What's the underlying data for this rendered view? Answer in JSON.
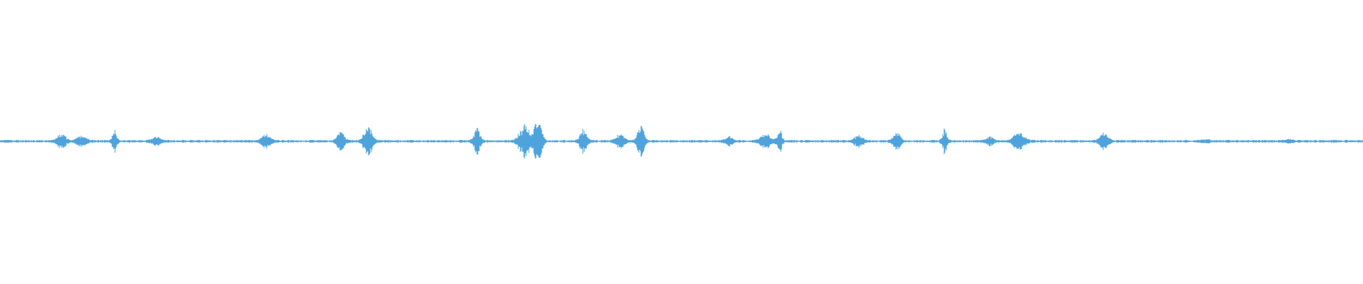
{
  "waveform": {
    "color": "#4ea3dc",
    "background": "#ffffff",
    "baseline_amplitude": 0.01,
    "bursts": [
      {
        "at": 0.045,
        "amp": 0.05,
        "spread": 0.004
      },
      {
        "at": 0.06,
        "amp": 0.04,
        "spread": 0.004
      },
      {
        "at": 0.084,
        "amp": 0.08,
        "spread": 0.002
      },
      {
        "at": 0.115,
        "amp": 0.03,
        "spread": 0.004
      },
      {
        "at": 0.195,
        "amp": 0.05,
        "spread": 0.004
      },
      {
        "at": 0.25,
        "amp": 0.08,
        "spread": 0.003
      },
      {
        "at": 0.27,
        "amp": 0.1,
        "spread": 0.004
      },
      {
        "at": 0.35,
        "amp": 0.09,
        "spread": 0.003
      },
      {
        "at": 0.385,
        "amp": 0.12,
        "spread": 0.005
      },
      {
        "at": 0.395,
        "amp": 0.22,
        "spread": 0.003
      },
      {
        "at": 0.428,
        "amp": 0.09,
        "spread": 0.003
      },
      {
        "at": 0.455,
        "amp": 0.05,
        "spread": 0.004
      },
      {
        "at": 0.47,
        "amp": 0.12,
        "spread": 0.003
      },
      {
        "at": 0.535,
        "amp": 0.03,
        "spread": 0.004
      },
      {
        "at": 0.562,
        "amp": 0.05,
        "spread": 0.005
      },
      {
        "at": 0.572,
        "amp": 0.09,
        "spread": 0.002
      },
      {
        "at": 0.63,
        "amp": 0.04,
        "spread": 0.004
      },
      {
        "at": 0.658,
        "amp": 0.07,
        "spread": 0.003
      },
      {
        "at": 0.693,
        "amp": 0.09,
        "spread": 0.002
      },
      {
        "at": 0.726,
        "amp": 0.03,
        "spread": 0.004
      },
      {
        "at": 0.748,
        "amp": 0.07,
        "spread": 0.005
      },
      {
        "at": 0.81,
        "amp": 0.06,
        "spread": 0.004
      },
      {
        "at": 0.885,
        "amp": 0.01,
        "spread": 0.004
      },
      {
        "at": 0.945,
        "amp": 0.01,
        "spread": 0.004
      }
    ]
  }
}
